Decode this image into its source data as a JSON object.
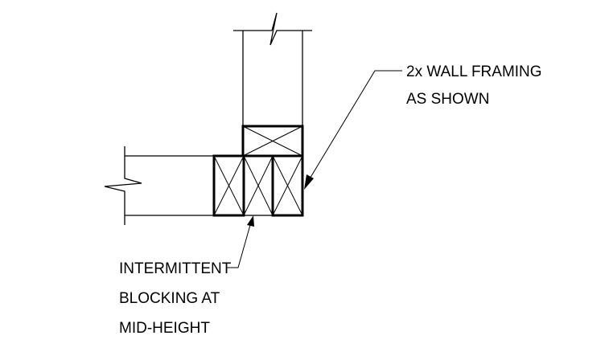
{
  "annotations": {
    "framing_label": {
      "line1": "2x WALL FRAMING",
      "line2": "AS SHOWN"
    },
    "blocking_label": {
      "line1": "INTERMITTENT",
      "line2": "BLOCKING AT",
      "line3": "MID-HEIGHT"
    }
  },
  "colors": {
    "ink": "#000000",
    "background": "#ffffff"
  }
}
